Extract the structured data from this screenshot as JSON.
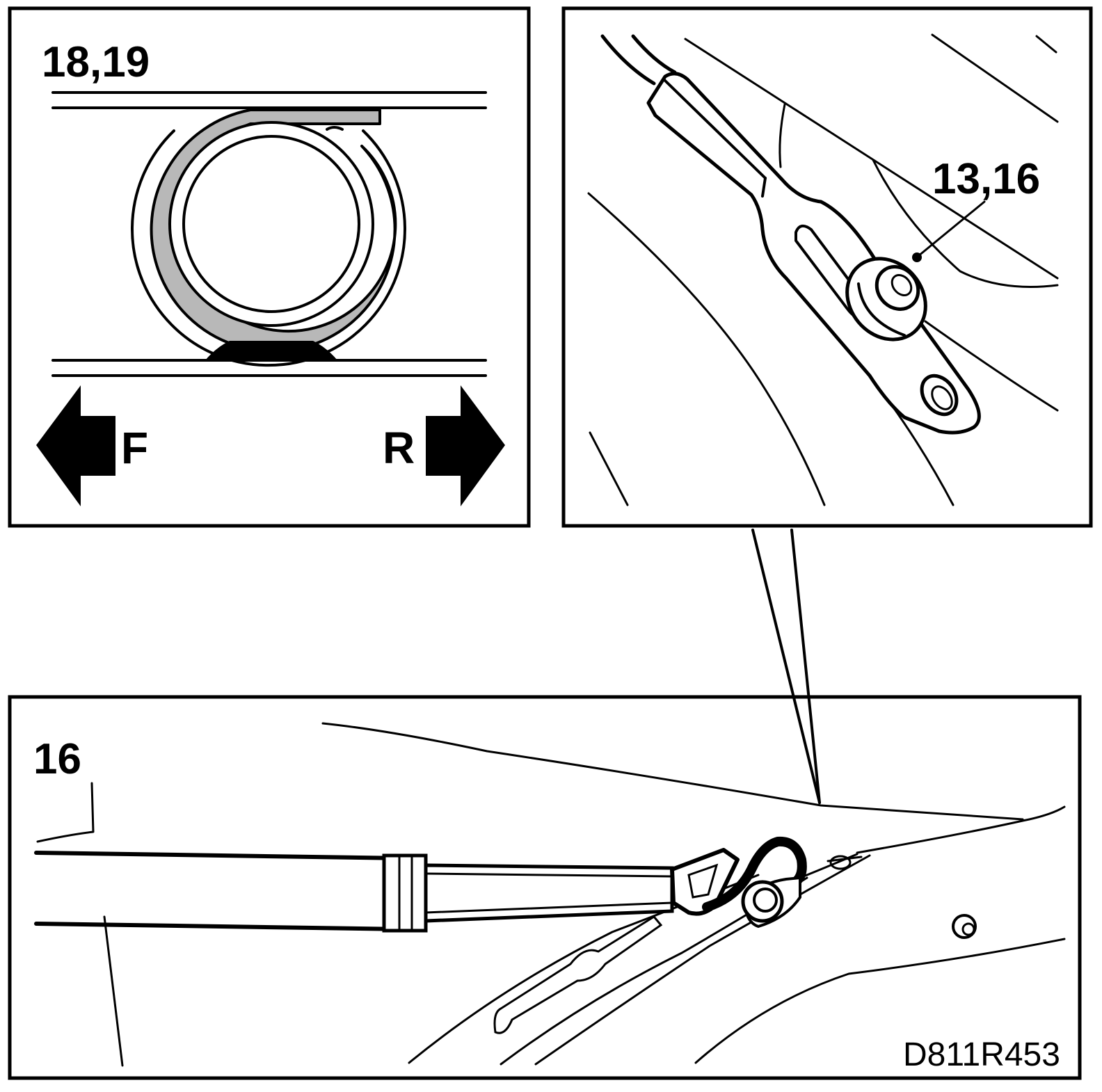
{
  "panels": {
    "top_left": {
      "label": "18,19"
    },
    "top_right": {
      "label": "13,16"
    },
    "bottom": {
      "label": "16"
    }
  },
  "arrows": {
    "front": "F",
    "rear": "R"
  },
  "figure_code": "D811R453",
  "colors": {
    "ink": "#000000",
    "gasket_fill": "#b8b8b8",
    "background": "#ffffff"
  }
}
